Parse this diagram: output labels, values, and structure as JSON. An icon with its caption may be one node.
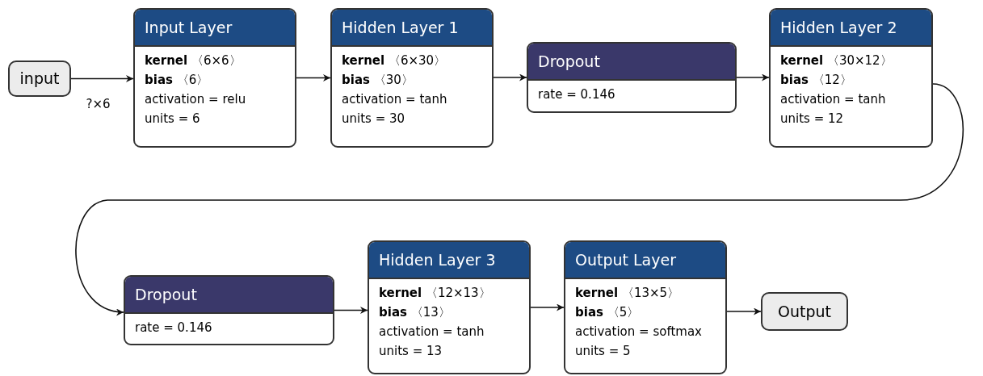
{
  "diagram": {
    "nodes": [
      {
        "text": [
          "input"
        ]
      },
      {
        "text": [
          "Input Layer",
          "**kernel** 〈6×6〉",
          "**bias** 〈6〉",
          "activation = relu",
          "units = 6"
        ]
      },
      {
        "text": [
          "Hidden Layer 1",
          "**kernel** 〈6×30〉",
          "**bias** 〈30〉",
          "activation = tanh",
          "units = 30"
        ]
      },
      {
        "text": [
          "Dropout",
          "rate = 0.146"
        ]
      },
      {
        "text": [
          "Hidden Layer 2",
          "**kernel** 〈30×12〉",
          "**bias** 〈12〉",
          "activation = tanh",
          "units = 12"
        ]
      },
      {
        "text": [
          "Dropout",
          "rate = 0.146"
        ]
      },
      {
        "text": [
          "Hidden Layer 3",
          "**kernel** 〈12×13〉",
          "**bias** 〈13〉",
          "activation = tanh",
          "units = 13"
        ]
      },
      {
        "text": [
          "Output Layer",
          "**kernel** 〈13×5〉",
          "**bias** 〈5〉",
          "activation = softmax",
          "units = 5"
        ]
      },
      {
        "text": [
          "Output"
        ]
      }
    ],
    "edges": [
      {
        "from": 0,
        "to": 1,
        "arrow": "to",
        "label": "?×6"
      },
      {
        "from": 1,
        "to": 2,
        "arrow": "to"
      },
      {
        "from": 2,
        "to": 3,
        "arrow": "to"
      },
      {
        "from": 3,
        "to": 4,
        "arrow": "to"
      },
      {
        "from": 4,
        "to": 5,
        "arrow": "to"
      },
      {
        "from": 5,
        "to": 6,
        "arrow": "to"
      },
      {
        "from": 6,
        "to": 7,
        "arrow": "to"
      },
      {
        "from": 7,
        "to": 8,
        "arrow": "to"
      }
    ]
  }
}
